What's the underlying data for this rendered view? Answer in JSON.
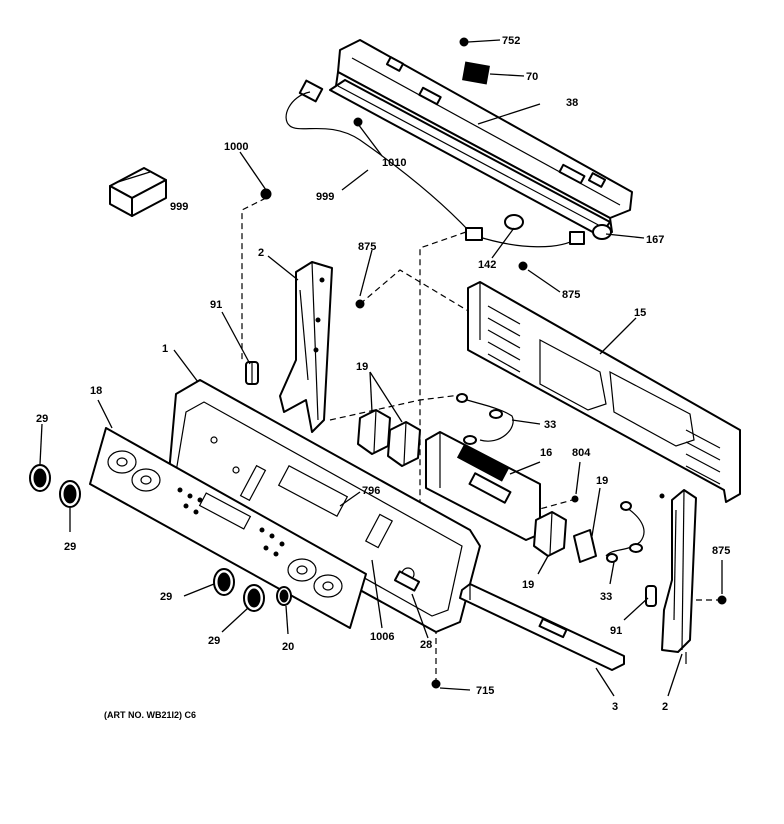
{
  "callouts": {
    "c752": "752",
    "c70": "70",
    "c38": "38",
    "c1010": "1010",
    "c1000": "1000",
    "c999a": "999",
    "c999b": "999",
    "c167": "167",
    "c142": "142",
    "c875a": "875",
    "c875b": "875",
    "c875c": "875",
    "c2a": "2",
    "c2b": "2",
    "c91a": "91",
    "c91b": "91",
    "c15": "15",
    "c1": "1",
    "c19a": "19",
    "c19b": "19",
    "c19c": "19",
    "c33a": "33",
    "c33b": "33",
    "c16": "16",
    "c804": "804",
    "c18": "18",
    "c29a": "29",
    "c29b": "29",
    "c29c": "29",
    "c29d": "29",
    "c796": "796",
    "c20": "20",
    "c1006": "1006",
    "c28": "28",
    "c715": "715",
    "c3": "3"
  },
  "art_number": "(ART NO. WB21I2) C6"
}
